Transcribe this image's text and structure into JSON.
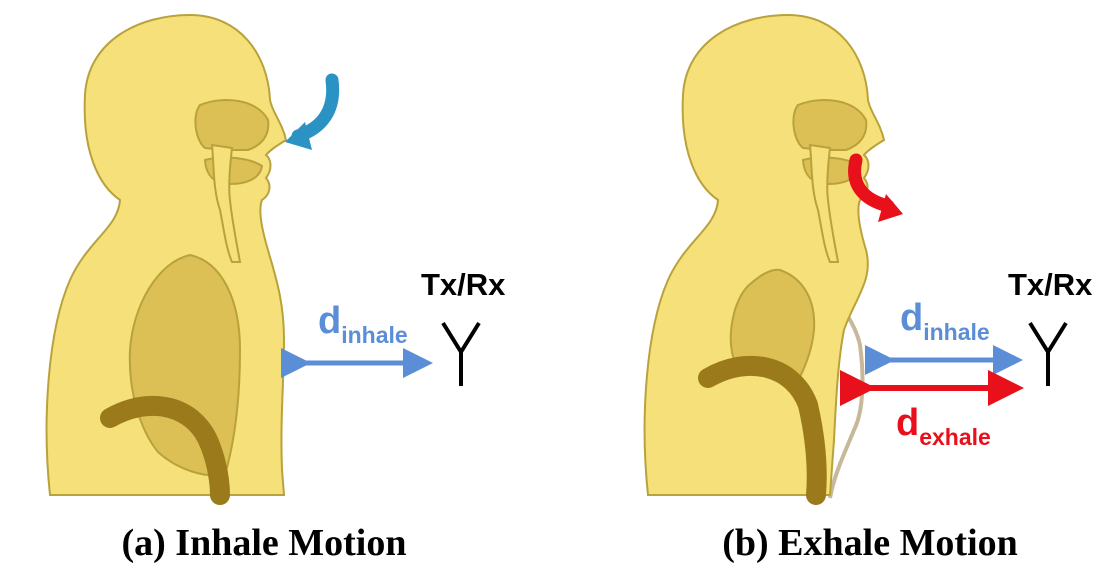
{
  "panels": [
    {
      "caption": "(a) Inhale Motion",
      "antenna_label": "Tx/Rx",
      "distances": [
        {
          "main": "d",
          "sub": "inhale",
          "color": "#5b8ed6"
        }
      ],
      "airflow_color": "#2a93c4"
    },
    {
      "caption": "(b) Exhale Motion",
      "antenna_label": "Tx/Rx",
      "distances": [
        {
          "main": "d",
          "sub": "inhale",
          "color": "#5b8ed6"
        },
        {
          "main": "d",
          "sub": "exhale",
          "color": "#e8101a"
        }
      ],
      "airflow_color": "#e8101a"
    }
  ],
  "colors": {
    "body_fill": "#f6e07a",
    "body_stroke": "#b9a23c",
    "organ_fill": "#dcbf55",
    "airway_fill": "#f6e07a",
    "spine": "#9a7a1a",
    "exhale_outline": "#c8b89a"
  }
}
